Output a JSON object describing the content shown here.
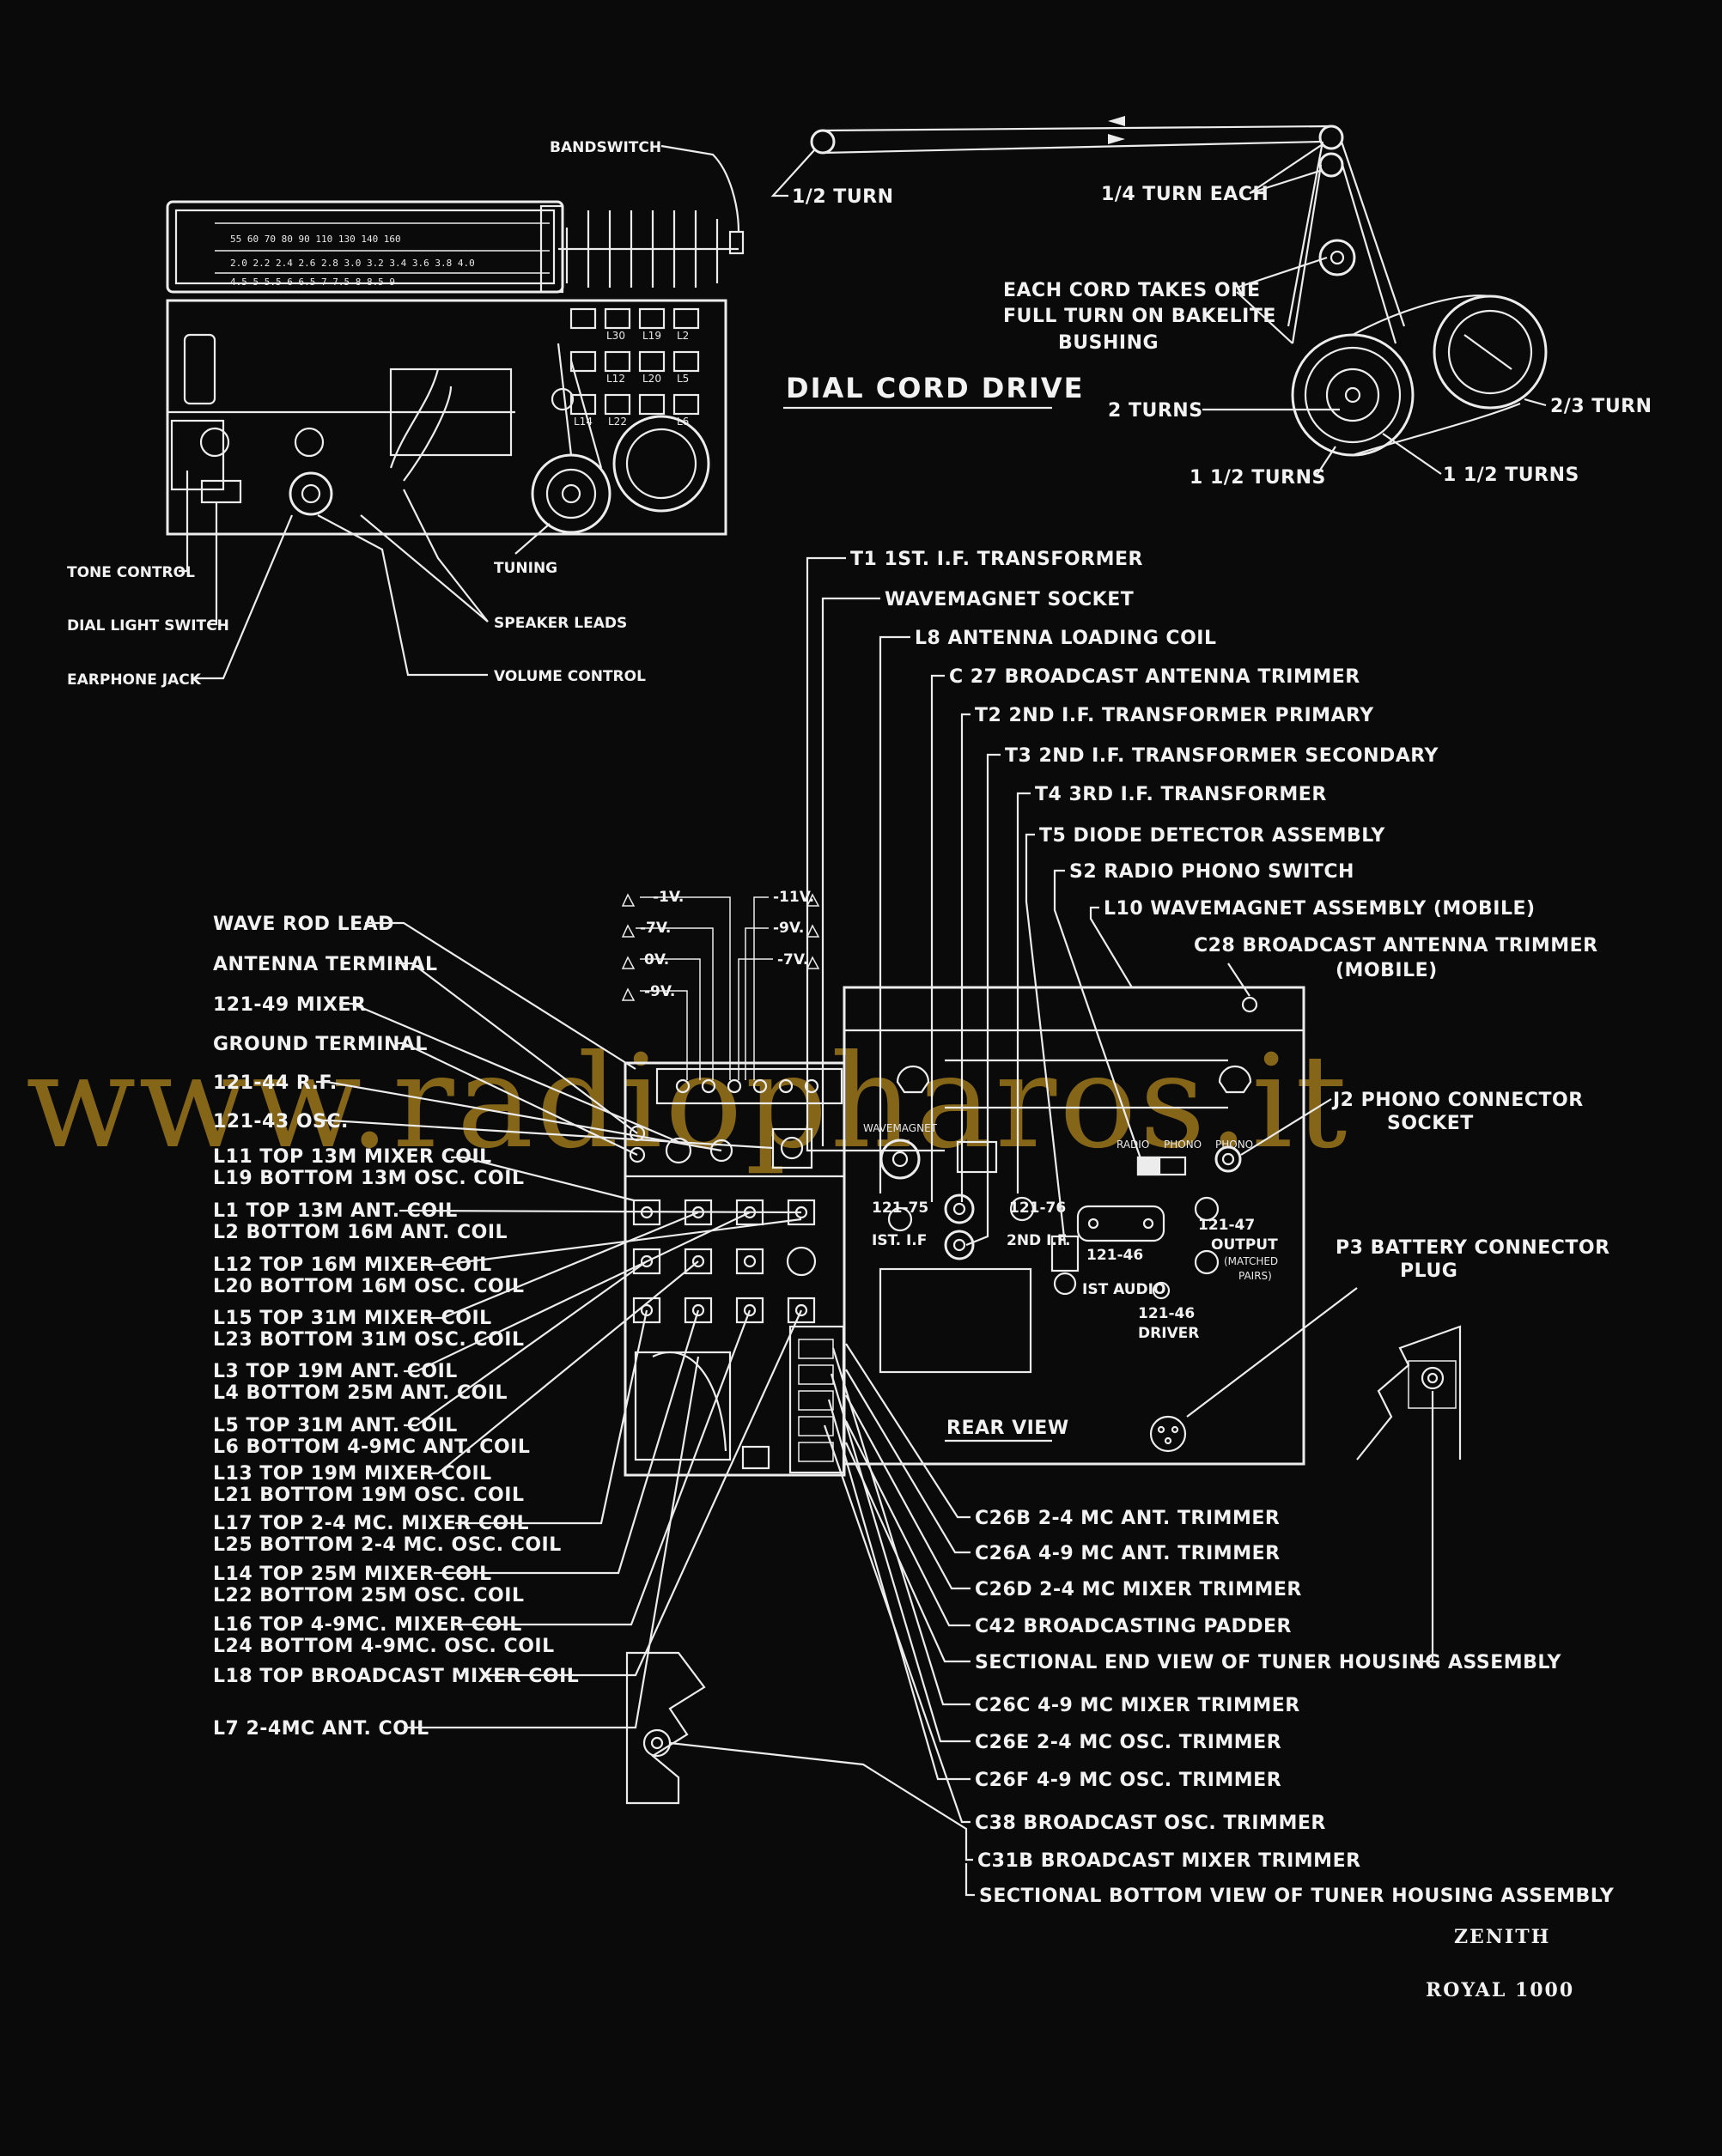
{
  "page": {
    "watermark": "www.radiopharos.it",
    "brand": "ZENITH",
    "model": "ROYAL 1000"
  },
  "dial_cord_drive": {
    "title": "DIAL CORD DRIVE",
    "labels": {
      "half_turn": "1/2 TURN",
      "quarter_turn_each": "1/4 TURN EACH",
      "each_cord_1": "EACH CORD TAKES ONE",
      "each_cord_2": "FULL TURN ON BAKELITE",
      "each_cord_3": "BUSHING",
      "two_turns": "2 TURNS",
      "two_thirds_turn": "2/3 TURN",
      "one_half_turns_left": "1 1/2 TURNS",
      "one_half_turns_right": "1 1/2 TURNS"
    }
  },
  "top_view": {
    "labels": {
      "bandswitch": "BANDSWITCH",
      "tone_control": "TONE CONTROL",
      "dial_light_switch": "DIAL LIGHT SWITCH",
      "earphone_jack": "EARPHONE JACK",
      "tuning": "TUNING",
      "speaker_leads": "SPEAKER LEADS",
      "volume_control": "VOLUME CONTROL"
    },
    "dial_scale_row1": "55 60 70 80 90 110 130 140 160",
    "dial_scale_row2": "2.0 2.2 2.4 2.6 2.8 3.0 3.2 3.4 3.6 3.8 4.0",
    "dial_scale_row3": "4.5 5 5.5 6 6.5 7 7.5 8 8.5 9",
    "coil_tags": [
      "L30",
      "L19",
      "L2",
      "L12",
      "L20",
      "L5",
      "L14",
      "L22",
      "L6"
    ]
  },
  "right_callouts": [
    "T1 1ST. I.F. TRANSFORMER",
    "WAVEMAGNET SOCKET",
    "L8 ANTENNA LOADING COIL",
    "C 27 BROADCAST ANTENNA TRIMMER",
    "T2 2ND I.F. TRANSFORMER PRIMARY",
    "T3 2ND I.F. TRANSFORMER SECONDARY",
    "T4 3RD I.F. TRANSFORMER",
    "T5 DIODE DETECTOR ASSEMBLY",
    "S2 RADIO PHONO SWITCH",
    "L10 WAVEMAGNET ASSEMBLY (MOBILE)",
    "C28 BROADCAST ANTENNA TRIMMER",
    "(MOBILE)",
    "J2 PHONO CONNECTOR",
    "SOCKET",
    "P3 BATTERY CONNECTOR",
    "PLUG"
  ],
  "left_callouts": [
    "WAVE ROD LEAD",
    "ANTENNA TERMINAL",
    "121-49 MIXER",
    "GROUND TERMINAL",
    "121-44 R.F.",
    "121-43 OSC.",
    "L11 TOP 13M MIXER COIL",
    "L19 BOTTOM 13M OSC. COIL",
    "L1 TOP 13M ANT. COIL",
    "L2 BOTTOM 16M ANT. COIL",
    "L12 TOP 16M MIXER COIL",
    "L20 BOTTOM 16M OSC. COIL",
    "L15 TOP 31M MIXER COIL",
    "L23 BOTTOM 31M OSC. COIL",
    "L3 TOP 19M ANT. COIL",
    "L4 BOTTOM 25M ANT. COIL",
    "L5 TOP 31M ANT. COIL",
    "L6 BOTTOM 4-9MC ANT. COIL",
    "L13 TOP 19M MIXER COIL",
    "L21 BOTTOM 19M OSC. COIL",
    "L17 TOP 2-4 MC. MIXER COIL",
    "L25 BOTTOM 2-4 MC. OSC. COIL",
    "L14 TOP 25M MIXER COIL",
    "L22 BOTTOM 25M OSC. COIL",
    "L16 TOP 4-9MC. MIXER COIL",
    "L24 BOTTOM 4-9MC. OSC. COIL",
    "L18 TOP BROADCAST MIXER COIL",
    "L7 2-4MC ANT. COIL"
  ],
  "bottom_callouts": [
    "C26B 2-4 MC ANT. TRIMMER",
    "C26A 4-9 MC ANT. TRIMMER",
    "C26D 2-4 MC MIXER TRIMMER",
    "C42 BROADCASTING PADDER",
    "SECTIONAL END VIEW OF TUNER HOUSING ASSEMBLY",
    "C26C 4-9 MC MIXER TRIMMER",
    "C26E 2-4 MC OSC. TRIMMER",
    "C26F 4-9 MC OSC. TRIMMER",
    "C38 BROADCAST OSC. TRIMMER",
    "C31B BROADCAST MIXER TRIMMER",
    "SECTIONAL BOTTOM VIEW OF TUNER HOUSING ASSEMBLY"
  ],
  "voltages": [
    "-1V.",
    "-11V.",
    "-7V.",
    "-9V.",
    "0V.",
    "-7V.",
    "-9V."
  ],
  "rear_view": {
    "title": "REAR VIEW",
    "wavemagnet": "WAVEMAGNET",
    "tube_121_75": "121-75",
    "ist_if": "IST. I.F",
    "tube_121_76": "121-76",
    "second_if": "2ND I.F.",
    "tube_121_46a": "121-46",
    "ist_audio": "IST AUDIO",
    "tube_121_46b": "121-46",
    "driver": "DRIVER",
    "tube_121_47": "121-47",
    "output": "OUTPUT",
    "matched": "(MATCHED",
    "pairs": "PAIRS)",
    "radio": "RADIO",
    "phono": "PHONO",
    "phono2": "PHONO"
  }
}
